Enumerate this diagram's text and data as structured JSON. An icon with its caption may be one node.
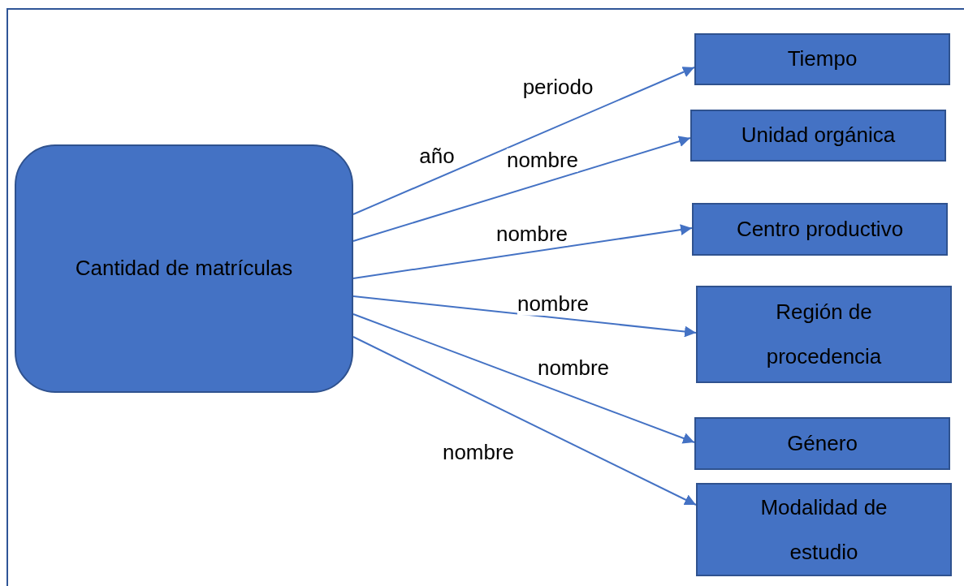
{
  "diagram": {
    "nodes": [
      {
        "text": [
          "Cantidad de matrículas"
        ]
      },
      {
        "text": [
          "Tiempo"
        ]
      },
      {
        "text": [
          "Unidad orgánica"
        ]
      },
      {
        "text": [
          "Centro productivo"
        ]
      },
      {
        "text": [
          "Región de procedencia"
        ]
      },
      {
        "text": [
          "Género"
        ]
      },
      {
        "text": [
          "Modalidad de estudio"
        ]
      }
    ],
    "edges": [
      {
        "from": 0,
        "to": 1,
        "arrow": "to",
        "label": "periodo"
      },
      {
        "from": 0,
        "to": 2,
        "arrow": "to",
        "label": "nombre"
      },
      {
        "from": 0,
        "to": 3,
        "arrow": "to",
        "label": "nombre"
      },
      {
        "from": 0,
        "to": 4,
        "arrow": "to",
        "label": "nombre"
      },
      {
        "from": 0,
        "to": 5,
        "arrow": "to",
        "label": "nombre"
      },
      {
        "from": 0,
        "to": 6,
        "arrow": "to",
        "label": "nombre"
      }
    ],
    "labels": [
      "año"
    ]
  }
}
